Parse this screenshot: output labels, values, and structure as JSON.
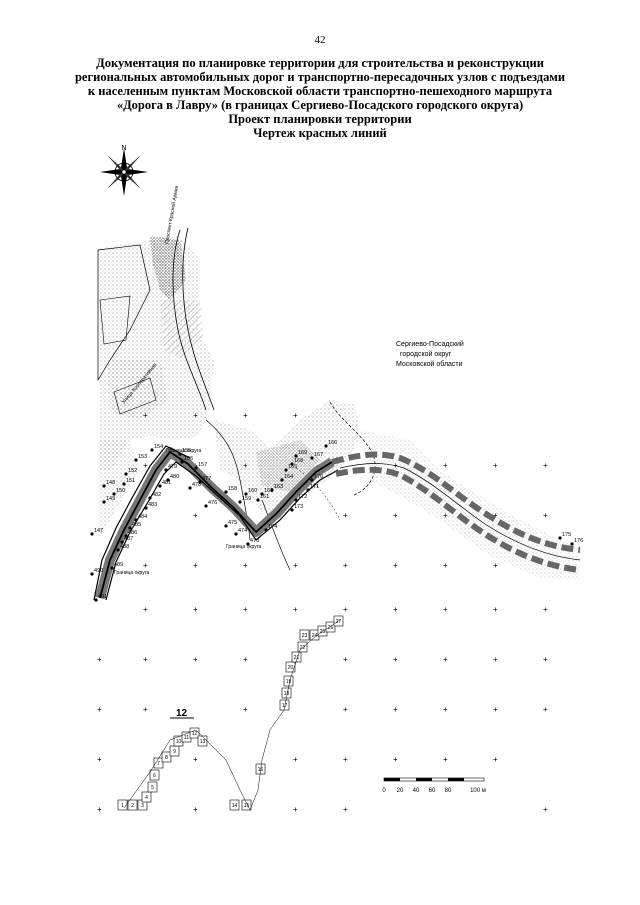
{
  "page_number": "42",
  "header_lines": [
    "Документация по планировке территории для строительства и реконструкции",
    "региональных автомобильных дорог и транспортно-пересадочных узлов с подъездами",
    "к населенным пунктам Московской области транспортно-пешеходного маршрута",
    "«Дорога в Лавру» (в границах Сергиево-Посадского городского округа)",
    "Проект планировки территории",
    "Чертеж красных линий"
  ],
  "compass_label": "N",
  "district_label": [
    "Сергиево-Посадский",
    "городской округ",
    "Московской области"
  ],
  "street_labels": [
    "Проспект Красной Армии",
    "Улица Кооперативная",
    "Граница округа"
  ],
  "scale_labels": [
    "0",
    "20",
    "40",
    "60",
    "80",
    "100 м"
  ],
  "sheet_marker": "12",
  "points": [
    "147",
    "148",
    "149",
    "150",
    "151",
    "152",
    "153",
    "154",
    "155",
    "156",
    "157",
    "158",
    "159",
    "160",
    "161",
    "162",
    "163",
    "164",
    "165",
    "166",
    "167",
    "168",
    "169",
    "170",
    "171",
    "172",
    "173",
    "174",
    "175",
    "176",
    "473",
    "474",
    "475",
    "476",
    "477",
    "478",
    "479",
    "480",
    "481",
    "482",
    "483",
    "484",
    "485",
    "486",
    "487",
    "488",
    "489",
    "490",
    "491"
  ],
  "sheet_index": [
    "1",
    "2",
    "3",
    "4",
    "5",
    "6",
    "7",
    "8",
    "9",
    "10",
    "11",
    "12",
    "13",
    "14",
    "15",
    "16",
    "17",
    "18",
    "19",
    "20",
    "21",
    "22",
    "23",
    "24",
    "25",
    "26",
    "27"
  ]
}
